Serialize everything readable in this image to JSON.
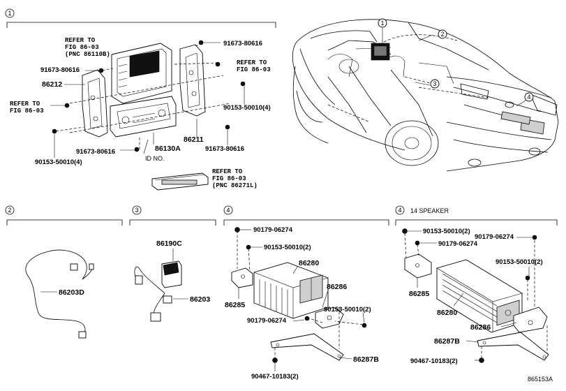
{
  "sections": {
    "s1": {
      "num": "1"
    },
    "s2": {
      "num": "2"
    },
    "s3": {
      "num": "3"
    },
    "s4a": {
      "num": "4"
    },
    "s4b": {
      "num": "4",
      "caption": "14 SPEAKER"
    }
  },
  "car_callouts": [
    "1",
    "2",
    "3",
    "4"
  ],
  "section1": {
    "ref_86110b": [
      "REFER TO",
      "FIG 86-03",
      "(PNC 86110B)"
    ],
    "ref_right": [
      "REFER TO",
      "FIG 86-03"
    ],
    "ref_left": [
      "REFER TO",
      "FIG 86-03"
    ],
    "ref_86271l": [
      "REFER TO",
      "FIG 86-03",
      "(PNC 86271L)"
    ],
    "p_91673_top_right": "91673-80616",
    "p_91673_left": "91673-80616",
    "p_86212": "86212",
    "p_90153_right": "90153-50010(4)",
    "p_86211": "86211",
    "p_91673_bottom_right": "91673-80616",
    "p_86130a": "86130A",
    "p_91673_bottom_left": "91673-80616",
    "p_90153_left": "90153-50010(4)",
    "id_no": "ID NO."
  },
  "section2": {
    "p_86203d": "86203D"
  },
  "section3": {
    "p_86190c": "86190C",
    "p_86203": "86203"
  },
  "section4a": {
    "p_90179_top": "90179-06274",
    "p_90153_top": "90153-50010(2)",
    "p_86280": "86280",
    "p_86285": "86285",
    "p_86286": "86286",
    "p_90153_mid": "90153-50010(2)",
    "p_90179_mid": "90179-06274",
    "p_86287b": "86287B",
    "p_90467": "90467-10183(2)"
  },
  "section4b": {
    "p_90153_top": "90153-50010(2)",
    "p_90179_top_right": "90179-06274",
    "p_90179_mid": "90179-06274",
    "p_90153_right": "90153-50010(2)",
    "p_86285": "86285",
    "p_86280": "86280",
    "p_86286": "86286",
    "p_86287b": "86287B",
    "p_90467": "90467-10183(2)"
  },
  "figure_id": "865153A"
}
